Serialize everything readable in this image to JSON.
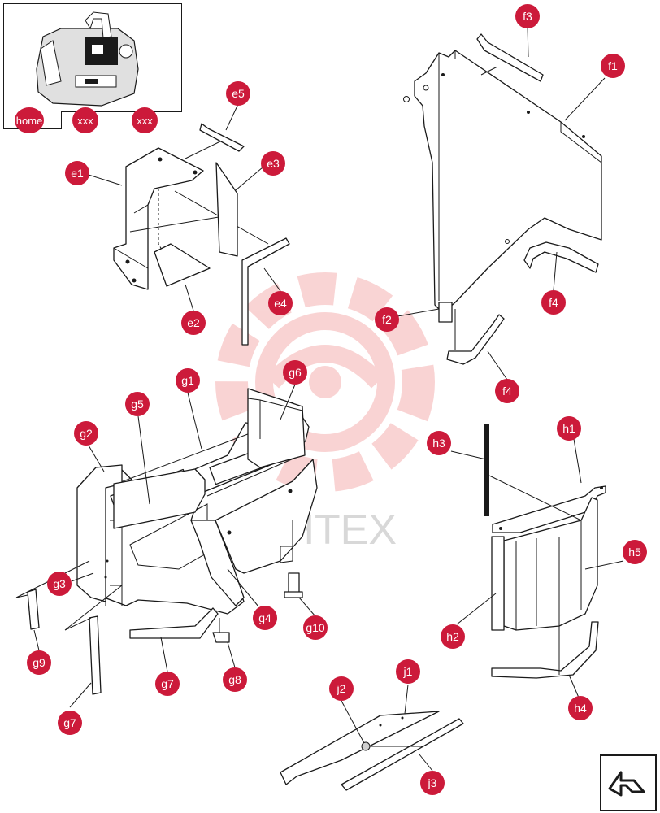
{
  "watermark": {
    "text": "ИНТЕХ",
    "color": "#f2b3b3"
  },
  "navigation": {
    "home_label": "home",
    "buttons": [
      "xxx",
      "xxx"
    ]
  },
  "back_button": {
    "icon": "back-arrow-icon"
  },
  "callout_color": "#cc1a3a",
  "callouts": {
    "e1": "e1",
    "e2": "e2",
    "e3": "e3",
    "e4": "e4",
    "e5": "e5",
    "f1": "f1",
    "f2": "f2",
    "f3": "f3",
    "f4a": "f4",
    "f4b": "f4",
    "g1": "g1",
    "g2": "g2",
    "g3": "g3",
    "g4": "g4",
    "g5": "g5",
    "g6": "g6",
    "g7a": "g7",
    "g7b": "g7",
    "g8": "g8",
    "g9": "g9",
    "g10": "g10",
    "h1": "h1",
    "h2": "h2",
    "h3": "h3",
    "h4": "h4",
    "h5": "h5",
    "j1": "j1",
    "j2": "j2",
    "j3": "j3"
  }
}
